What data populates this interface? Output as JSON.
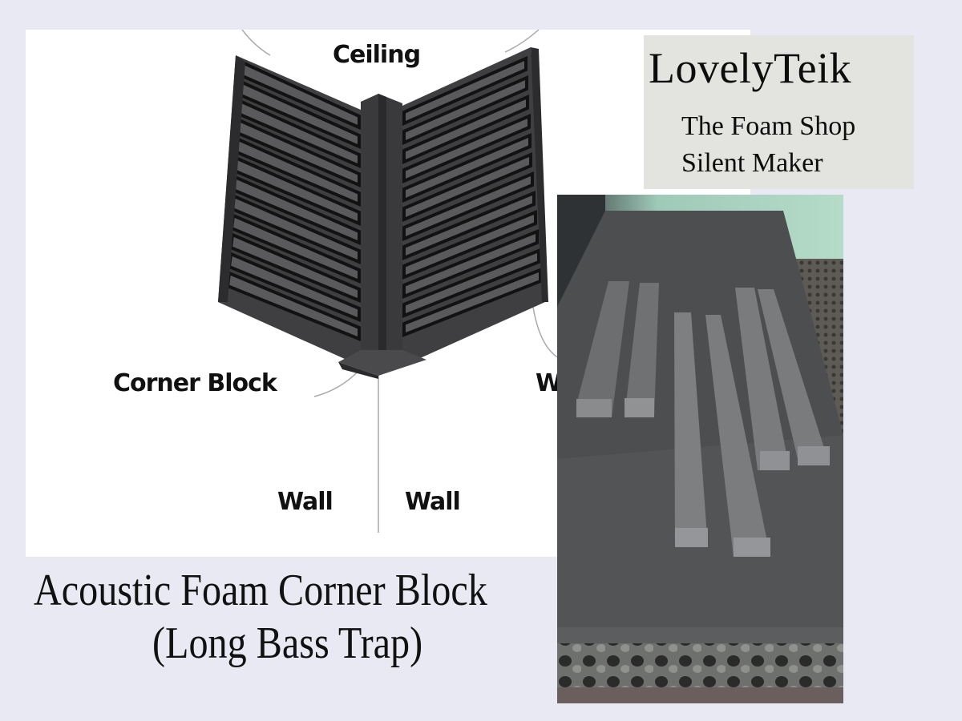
{
  "diagram": {
    "labels": {
      "ceiling": "Ceiling",
      "corner_block": "Corner Block",
      "wall_left": "Wall",
      "wall_right": "Wall",
      "wall_cut": "W"
    }
  },
  "brand": {
    "name": "LovelyTeik",
    "line1": "The Foam Shop",
    "line2": "Silent Maker"
  },
  "caption": {
    "line1": "Acoustic Foam Corner Block",
    "line2": "(Long Bass Trap)"
  },
  "photo": {
    "subject": "six grey foam corner block bars on foam sheets",
    "bar_count": 6
  },
  "colors": {
    "background": "#e9e9f3",
    "diagram_panel": "#ffffff",
    "brand_box": "#e3e3df",
    "foam_dark": "#3a3a3c",
    "foam_mid": "#5a5a5c",
    "bar_grey": "#7a7b7d"
  }
}
